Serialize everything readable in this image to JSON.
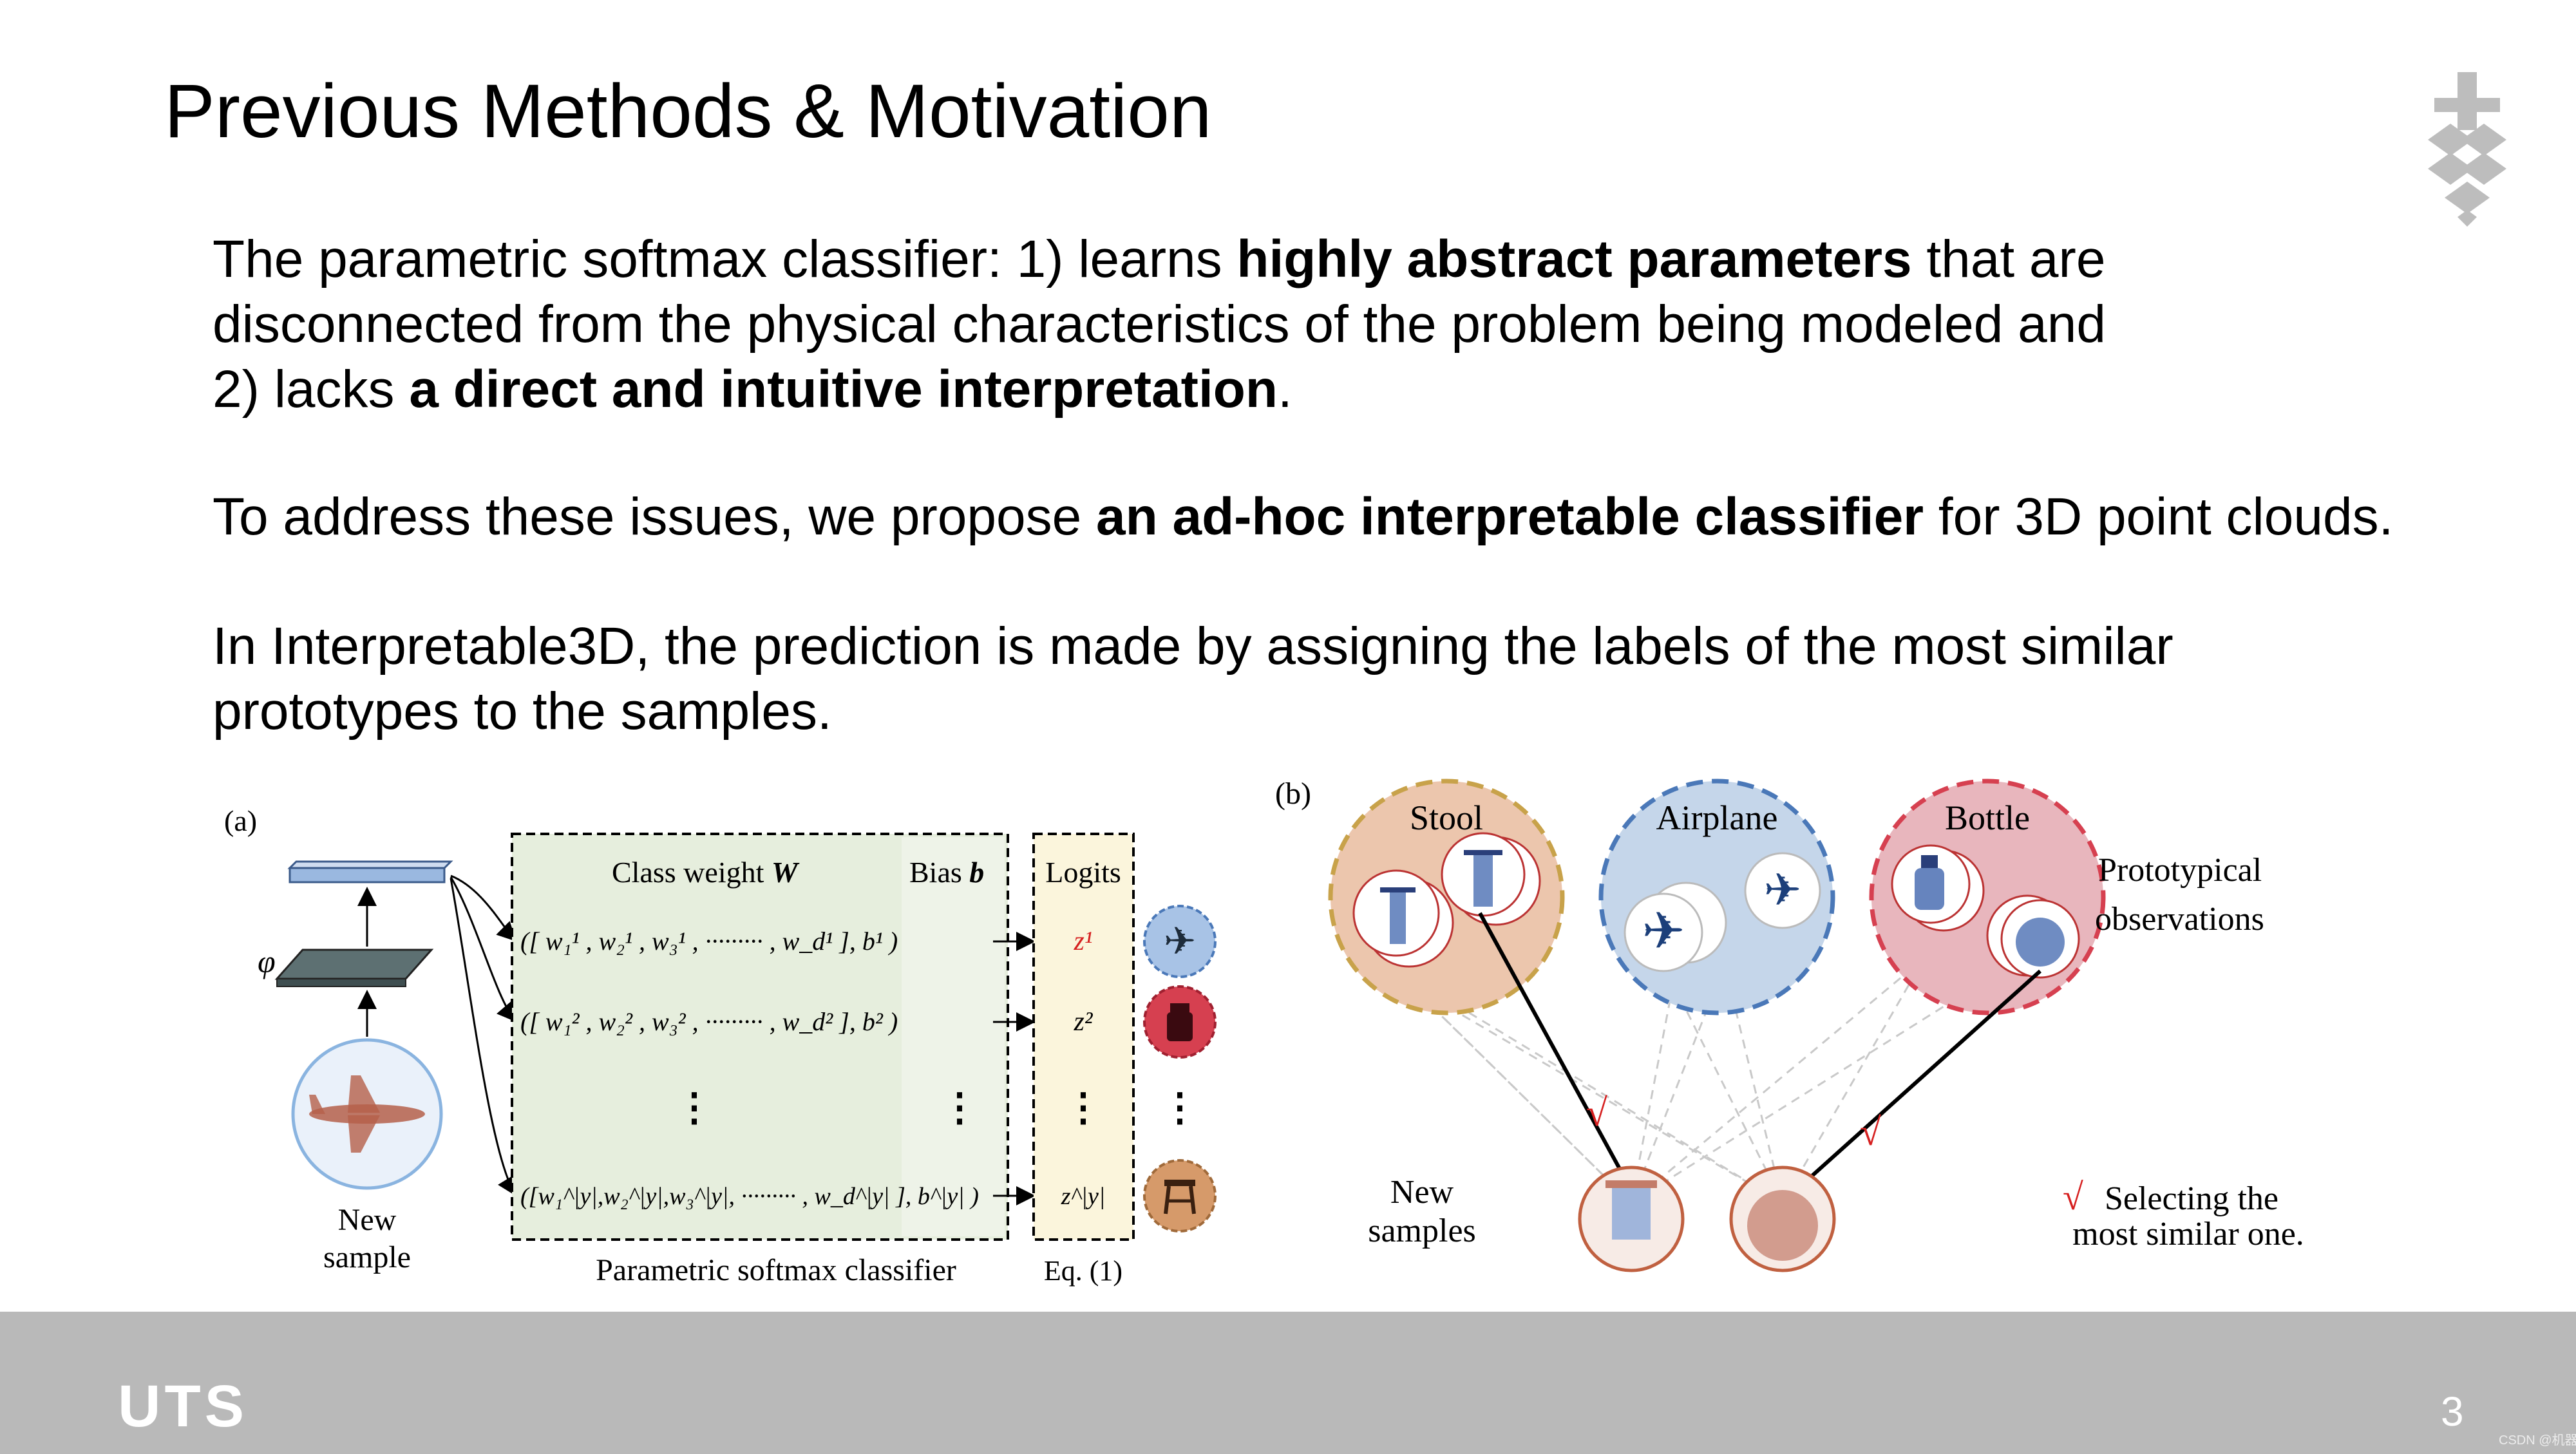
{
  "slide": {
    "title": "Previous Methods & Motivation",
    "page_number": "3",
    "footer_logo": "UTS",
    "watermark": "CSDN @机器学..."
  },
  "paragraph1": {
    "l1_a": "The parametric softmax classifier: 1) learns ",
    "l1_b": "highly abstract parameters",
    "l1_c": " that are",
    "l2": "disconnected from the physical characteristics of the problem being modeled and",
    "l3_a": "2) lacks ",
    "l3_b": "a direct and intuitive interpretation",
    "l3_c": "."
  },
  "paragraph2": {
    "a": "To address these issues, we propose ",
    "b": "an ad-hoc interpretable classifier",
    "c": " for 3D point clouds."
  },
  "paragraph3": {
    "l1": "In Interpretable3D, the prediction is made by assigning the labels of the most similar",
    "l2": "prototypes to the samples."
  },
  "figure_a": {
    "panel_label": "(a)",
    "phi_label": "φ",
    "sample_label_1": "New",
    "sample_label_2": "sample",
    "header_weight": "Class weight ",
    "header_weight_sym": "W",
    "header_bias": "Bias ",
    "header_bias_sym": "b",
    "header_logits": "Logits",
    "row1": "([ w₁¹ , w₂¹ , w₃¹ ,  ········· , w_d¹ ],  b¹  )",
    "row2": "([ w₁² , w₂² , w₃² ,  ········· , w_d² ],  b²  )",
    "row3": "([w₁^|y|,w₂^|y|,w₃^|y|,  ········· , w_d^|y| ],  b^|y| )",
    "logit1": "z¹",
    "logit2": "z²",
    "logit3": "z^|y|",
    "caption_main": "Parametric softmax classifier",
    "caption_eq": "Eq. (1)",
    "icons": [
      "airplane-icon",
      "bottle-icon",
      "stool-icon"
    ]
  },
  "figure_b": {
    "panel_label": "(b)",
    "class1": "Stool",
    "class2": "Airplane",
    "class3": "Bottle",
    "proto_label_1": "Prototypical",
    "proto_label_2": "observations",
    "new_samples_1": "New",
    "new_samples_2": "samples",
    "legend_1": "Selecting the",
    "legend_2": "most similar one.",
    "checkmark": "√"
  },
  "colors": {
    "stool": "#c8a24a",
    "airplane": "#4a78b8",
    "bottle": "#d64050",
    "logit_red": "#d62020",
    "footer": "#b9b9b9"
  }
}
